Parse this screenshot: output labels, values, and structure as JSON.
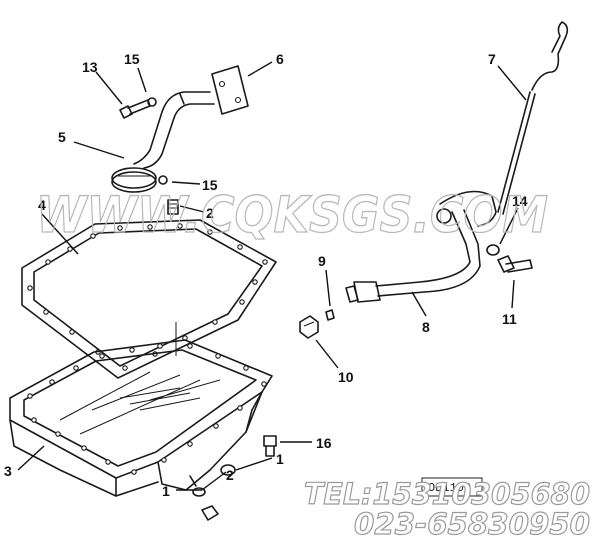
{
  "diagram": {
    "callouts": [
      {
        "id": "c13",
        "label": "13"
      },
      {
        "id": "c15a",
        "label": "15"
      },
      {
        "id": "c6",
        "label": "6"
      },
      {
        "id": "c7",
        "label": "7"
      },
      {
        "id": "c5",
        "label": "5"
      },
      {
        "id": "c15b",
        "label": "15"
      },
      {
        "id": "c2a",
        "label": "2"
      },
      {
        "id": "c14",
        "label": "14"
      },
      {
        "id": "c9",
        "label": "9"
      },
      {
        "id": "c8",
        "label": "8"
      },
      {
        "id": "c11",
        "label": "11"
      },
      {
        "id": "c10",
        "label": "10"
      },
      {
        "id": "c4",
        "label": "4"
      },
      {
        "id": "c16",
        "label": "16"
      },
      {
        "id": "c3",
        "label": "3"
      },
      {
        "id": "c1a",
        "label": "1"
      },
      {
        "id": "c2b",
        "label": "2"
      },
      {
        "id": "c1b",
        "label": "1"
      }
    ],
    "figure_code": "OD1109",
    "colors": {
      "line": "#1a1a1a",
      "watermark": "#b8b8b8",
      "background": "#ffffff"
    }
  },
  "watermark": {
    "site": "WWW.CQKSGS.COM",
    "tel": "TEL:15310305680",
    "phone2": "023-65830950"
  }
}
